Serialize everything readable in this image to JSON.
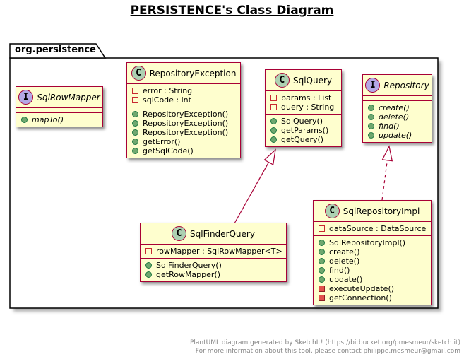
{
  "title": "PERSISTENCE's Class Diagram",
  "package": {
    "name": "org.persistence"
  },
  "colors": {
    "accent_border": "#A80036",
    "class_fill": "#FEFECE",
    "class_circle_fill": "#ADD1B2",
    "interface_circle_fill": "#B4A7E5",
    "package_border": "#000000",
    "footer_text": "#878787"
  },
  "icons": {
    "class-stereotype-icon": "circled letter C (green)",
    "interface-stereotype-icon": "circled letter I (lavender)",
    "public-member-icon": "filled green circle",
    "private-field-icon": "outlined red square",
    "private-method-icon": "filled red square"
  },
  "classes": {
    "sqlRowMapper": {
      "stereotype": "I",
      "name": "SqlRowMapper",
      "fields": [],
      "methods": [
        "mapTo()"
      ]
    },
    "repositoryException": {
      "stereotype": "C",
      "name": "RepositoryException",
      "fields": [
        "error : String",
        "sqlCode : int"
      ],
      "methods": [
        "RepositoryException()",
        "RepositoryException()",
        "RepositoryException()",
        "getError()",
        "getSqlCode()"
      ]
    },
    "sqlQuery": {
      "stereotype": "C",
      "name": "SqlQuery",
      "fields": [
        "params : List",
        "query : String"
      ],
      "methods": [
        "SqlQuery()",
        "getParams()",
        "getQuery()"
      ]
    },
    "repository": {
      "stereotype": "I",
      "name": "Repository",
      "fields": [],
      "methods": [
        "create()",
        "delete()",
        "find()",
        "update()"
      ]
    },
    "sqlFinderQuery": {
      "stereotype": "C",
      "name": "SqlFinderQuery",
      "fields": [
        "rowMapper : SqlRowMapper<T>"
      ],
      "methods": [
        "SqlFinderQuery()",
        "getRowMapper()"
      ]
    },
    "sqlRepositoryImpl": {
      "stereotype": "C",
      "name": "SqlRepositoryImpl",
      "fields": [
        "dataSource : DataSource"
      ],
      "methods": [
        "SqlRepositoryImpl()",
        "create()",
        "delete()",
        "find()",
        "update()",
        "executeUpdate()",
        "getConnection()"
      ]
    }
  },
  "relations": {
    "generalization": "SqlFinderQuery --|> SqlQuery",
    "realization": "SqlRepositoryImpl ..|> Repository"
  },
  "footer": {
    "line1": "PlantUML diagram generated by SketchIt! (https://bitbucket.org/pmesmeur/sketch.it)",
    "line2": "For more information about this tool, please contact philippe.mesmeur@gmail.com"
  }
}
